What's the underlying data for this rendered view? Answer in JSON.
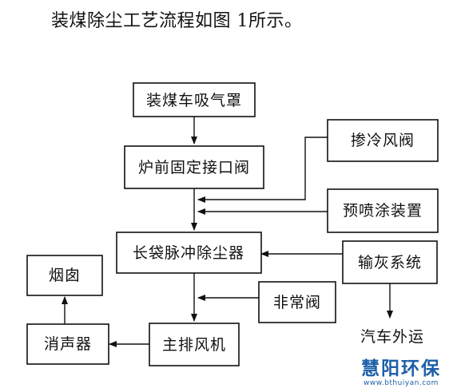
{
  "intro": "装煤除尘工艺流程如图 1所示。",
  "diagram": {
    "nodes": {
      "hood": "装煤车吸气罩",
      "valve": "炉前固定接口阀",
      "cold_air_valve": "掺冷风阀",
      "precoat": "预喷涂装置",
      "dust_collector": "长袋脉冲除尘器",
      "ash_system": "输灰系统",
      "chimney": "烟囱",
      "emergency_valve": "非常阀",
      "main_fan": "主排风机",
      "silencer": "消声器",
      "truck_transport": "汽车外运"
    }
  },
  "watermark": {
    "main": "慧阳环保",
    "sub": "www.bthuiyan.com"
  },
  "colors": {
    "line": "#111111",
    "logo": "#1d5fa8"
  }
}
